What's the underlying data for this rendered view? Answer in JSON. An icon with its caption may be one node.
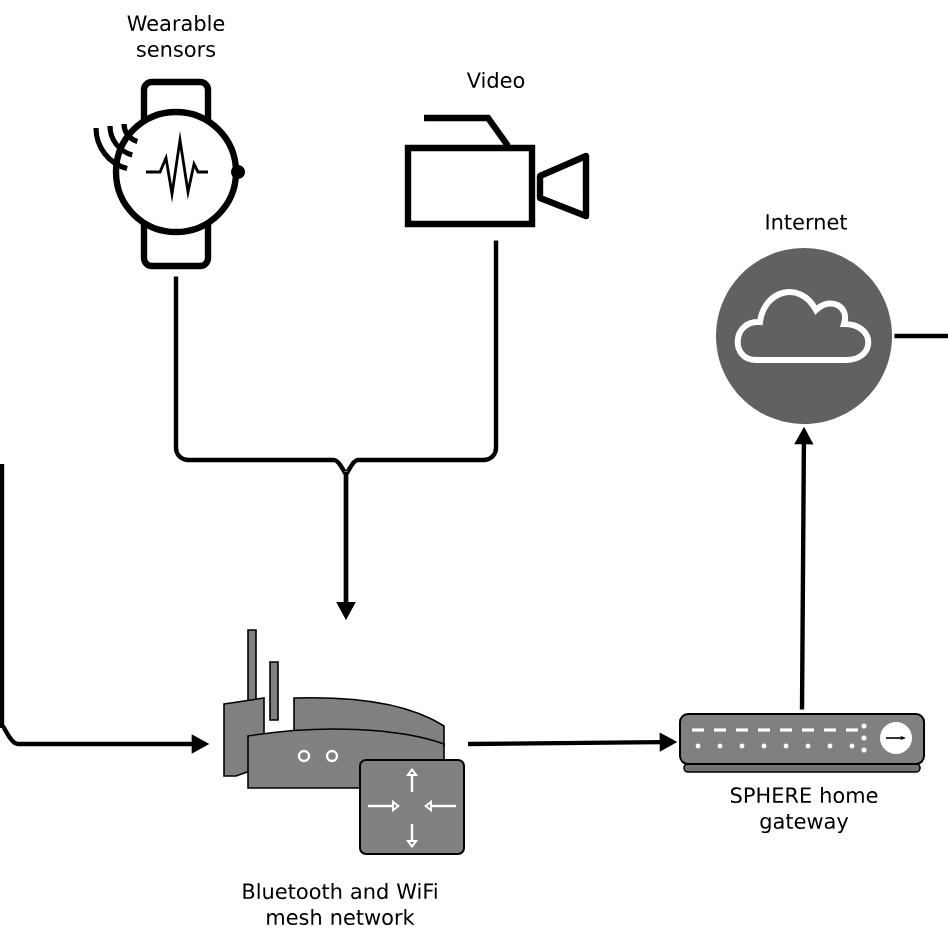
{
  "diagram": {
    "nodes": [
      {
        "text": [
          "Wearable sensors"
        ]
      },
      {
        "text": [
          "Video"
        ]
      },
      {
        "text": [
          "Internet"
        ]
      },
      {
        "text": [
          "Bluetooth and WiFi mesh network"
        ]
      },
      {
        "text": [
          "SPHERE home gateway"
        ]
      }
    ],
    "edges": [
      {
        "from": 0,
        "to": 3,
        "arrow": "to"
      },
      {
        "from": 1,
        "to": 3,
        "arrow": "to"
      },
      {
        "from": null,
        "to": 3,
        "arrow": "to"
      },
      {
        "from": 3,
        "to": 4,
        "arrow": "to"
      },
      {
        "from": 4,
        "to": 2,
        "arrow": "to"
      },
      {
        "from": 2,
        "to": null,
        "arrow": "none"
      }
    ]
  }
}
